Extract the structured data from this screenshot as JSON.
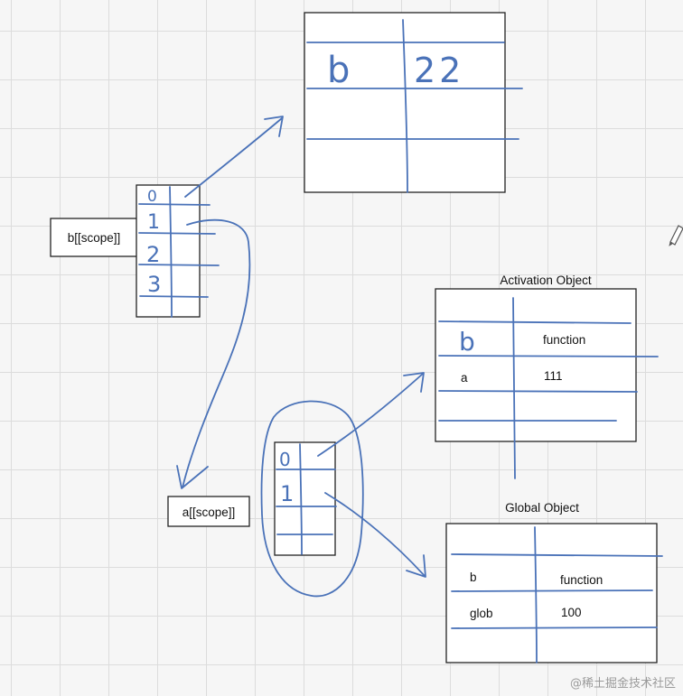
{
  "scope_chains": {
    "b_scope": {
      "label": "b[[scope]]",
      "slots": [
        "0",
        "1",
        "2",
        "3"
      ]
    },
    "a_scope": {
      "label": "a[[scope]]",
      "slots": [
        "0",
        "1"
      ]
    }
  },
  "b_activation_object": {
    "rows": [
      {
        "name": "b",
        "value": "22"
      }
    ]
  },
  "activation_object": {
    "title": "Activation  Object",
    "rows": [
      {
        "name": "b",
        "value": "function"
      },
      {
        "name": "a",
        "value": "111"
      }
    ]
  },
  "global_object": {
    "title": "Global  Object",
    "rows": [
      {
        "name": "b",
        "value": "function"
      },
      {
        "name": "glob",
        "value": "100"
      }
    ]
  },
  "watermark": "@稀土掘金技术社区",
  "colors": {
    "ink": "#4a72b8",
    "box_stroke": "#222222",
    "grid": "#dcdcdc",
    "background": "#f6f6f6"
  }
}
